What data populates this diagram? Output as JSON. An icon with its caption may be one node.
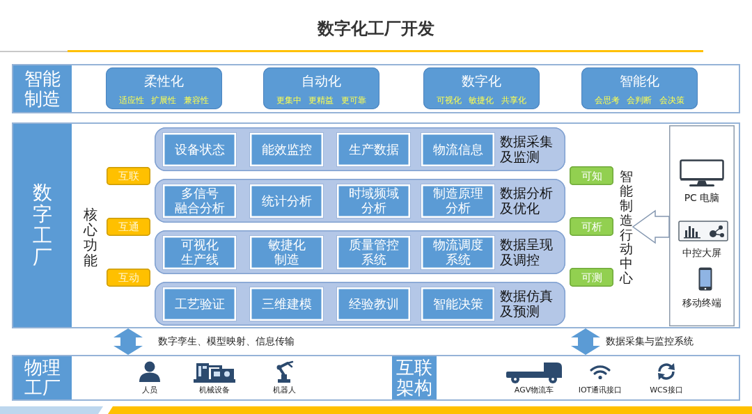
{
  "diagram": {
    "title": "数字化工厂开发",
    "nodes": [
      {
        "text": [
          "智能制造"
        ]
      },
      {
        "text": [
          "柔性化",
          "适应性 扩展性 兼容性"
        ],
        "in": 0
      },
      {
        "text": [
          "自动化",
          "更集中 更精益 更可靠"
        ],
        "in": 0
      },
      {
        "text": [
          "数字化",
          "可视化 敏捷化 共享化"
        ],
        "in": 0
      },
      {
        "text": [
          "智能化",
          "会思考 会判断 会决策"
        ],
        "in": 0
      },
      {
        "text": [
          "数字工厂"
        ]
      },
      {
        "text": [
          "互联"
        ],
        "in": 5
      },
      {
        "text": [
          "互通"
        ],
        "in": 5
      },
      {
        "text": [
          "互动"
        ],
        "in": 5
      },
      {
        "text": [
          "数据采集及监测"
        ],
        "in": 5
      },
      {
        "text": [
          "设备状态"
        ],
        "in": 9
      },
      {
        "text": [
          "能效监控"
        ],
        "in": 9
      },
      {
        "text": [
          "生产数据"
        ],
        "in": 9
      },
      {
        "text": [
          "物流信息"
        ],
        "in": 9
      },
      {
        "text": [
          "数据分析及优化"
        ],
        "in": 5
      },
      {
        "text": [
          "多信号融合分析"
        ],
        "in": 14
      },
      {
        "text": [
          "统计分析"
        ],
        "in": 14
      },
      {
        "text": [
          "时域频域分析"
        ],
        "in": 14
      },
      {
        "text": [
          "制造原理分析"
        ],
        "in": 14
      },
      {
        "text": [
          "数据呈现及调控"
        ],
        "in": 5
      },
      {
        "text": [
          "可视化生产线"
        ],
        "in": 19
      },
      {
        "text": [
          "敏捷化制造"
        ],
        "in": 19
      },
      {
        "text": [
          "质量管控系统"
        ],
        "in": 19
      },
      {
        "text": [
          "物流调度系统"
        ],
        "in": 19
      },
      {
        "text": [
          "数据仿真及预测"
        ],
        "in": 5
      },
      {
        "text": [
          "工艺验证"
        ],
        "in": 24
      },
      {
        "text": [
          "三维建模"
        ],
        "in": 24
      },
      {
        "text": [
          "经验教训"
        ],
        "in": 24
      },
      {
        "text": [
          "智能决策"
        ],
        "in": 24
      },
      {
        "text": [
          "可知"
        ],
        "in": 5
      },
      {
        "text": [
          "可析"
        ],
        "in": 5
      },
      {
        "text": [
          "可测"
        ],
        "in": 5
      },
      {
        "text": [
          "智能制造行动中心"
        ],
        "in": 5
      },
      {
        "text": [
          "PC 电脑",
          "中控大屏",
          "移动终端"
        ],
        "in": 5
      },
      {
        "text": [
          "物理工厂",
          "人员",
          "机械设备",
          "机器人"
        ]
      },
      {
        "text": [
          "互联架构",
          "AGV物流车",
          "IOT通讯接口",
          "WCS接口"
        ]
      }
    ],
    "edges": [
      {
        "from": 33,
        "to": 32,
        "arrow": "to",
        "color": "#8497b0"
      },
      {
        "from": 5,
        "to": 34,
        "arrow": "both",
        "label": "数字孪生、模型映射、信息传输"
      },
      {
        "from": 5,
        "to": 35,
        "arrow": "both",
        "label": "数据采集与监控系统"
      }
    ],
    "labels": [
      "核心功能"
    ]
  }
}
